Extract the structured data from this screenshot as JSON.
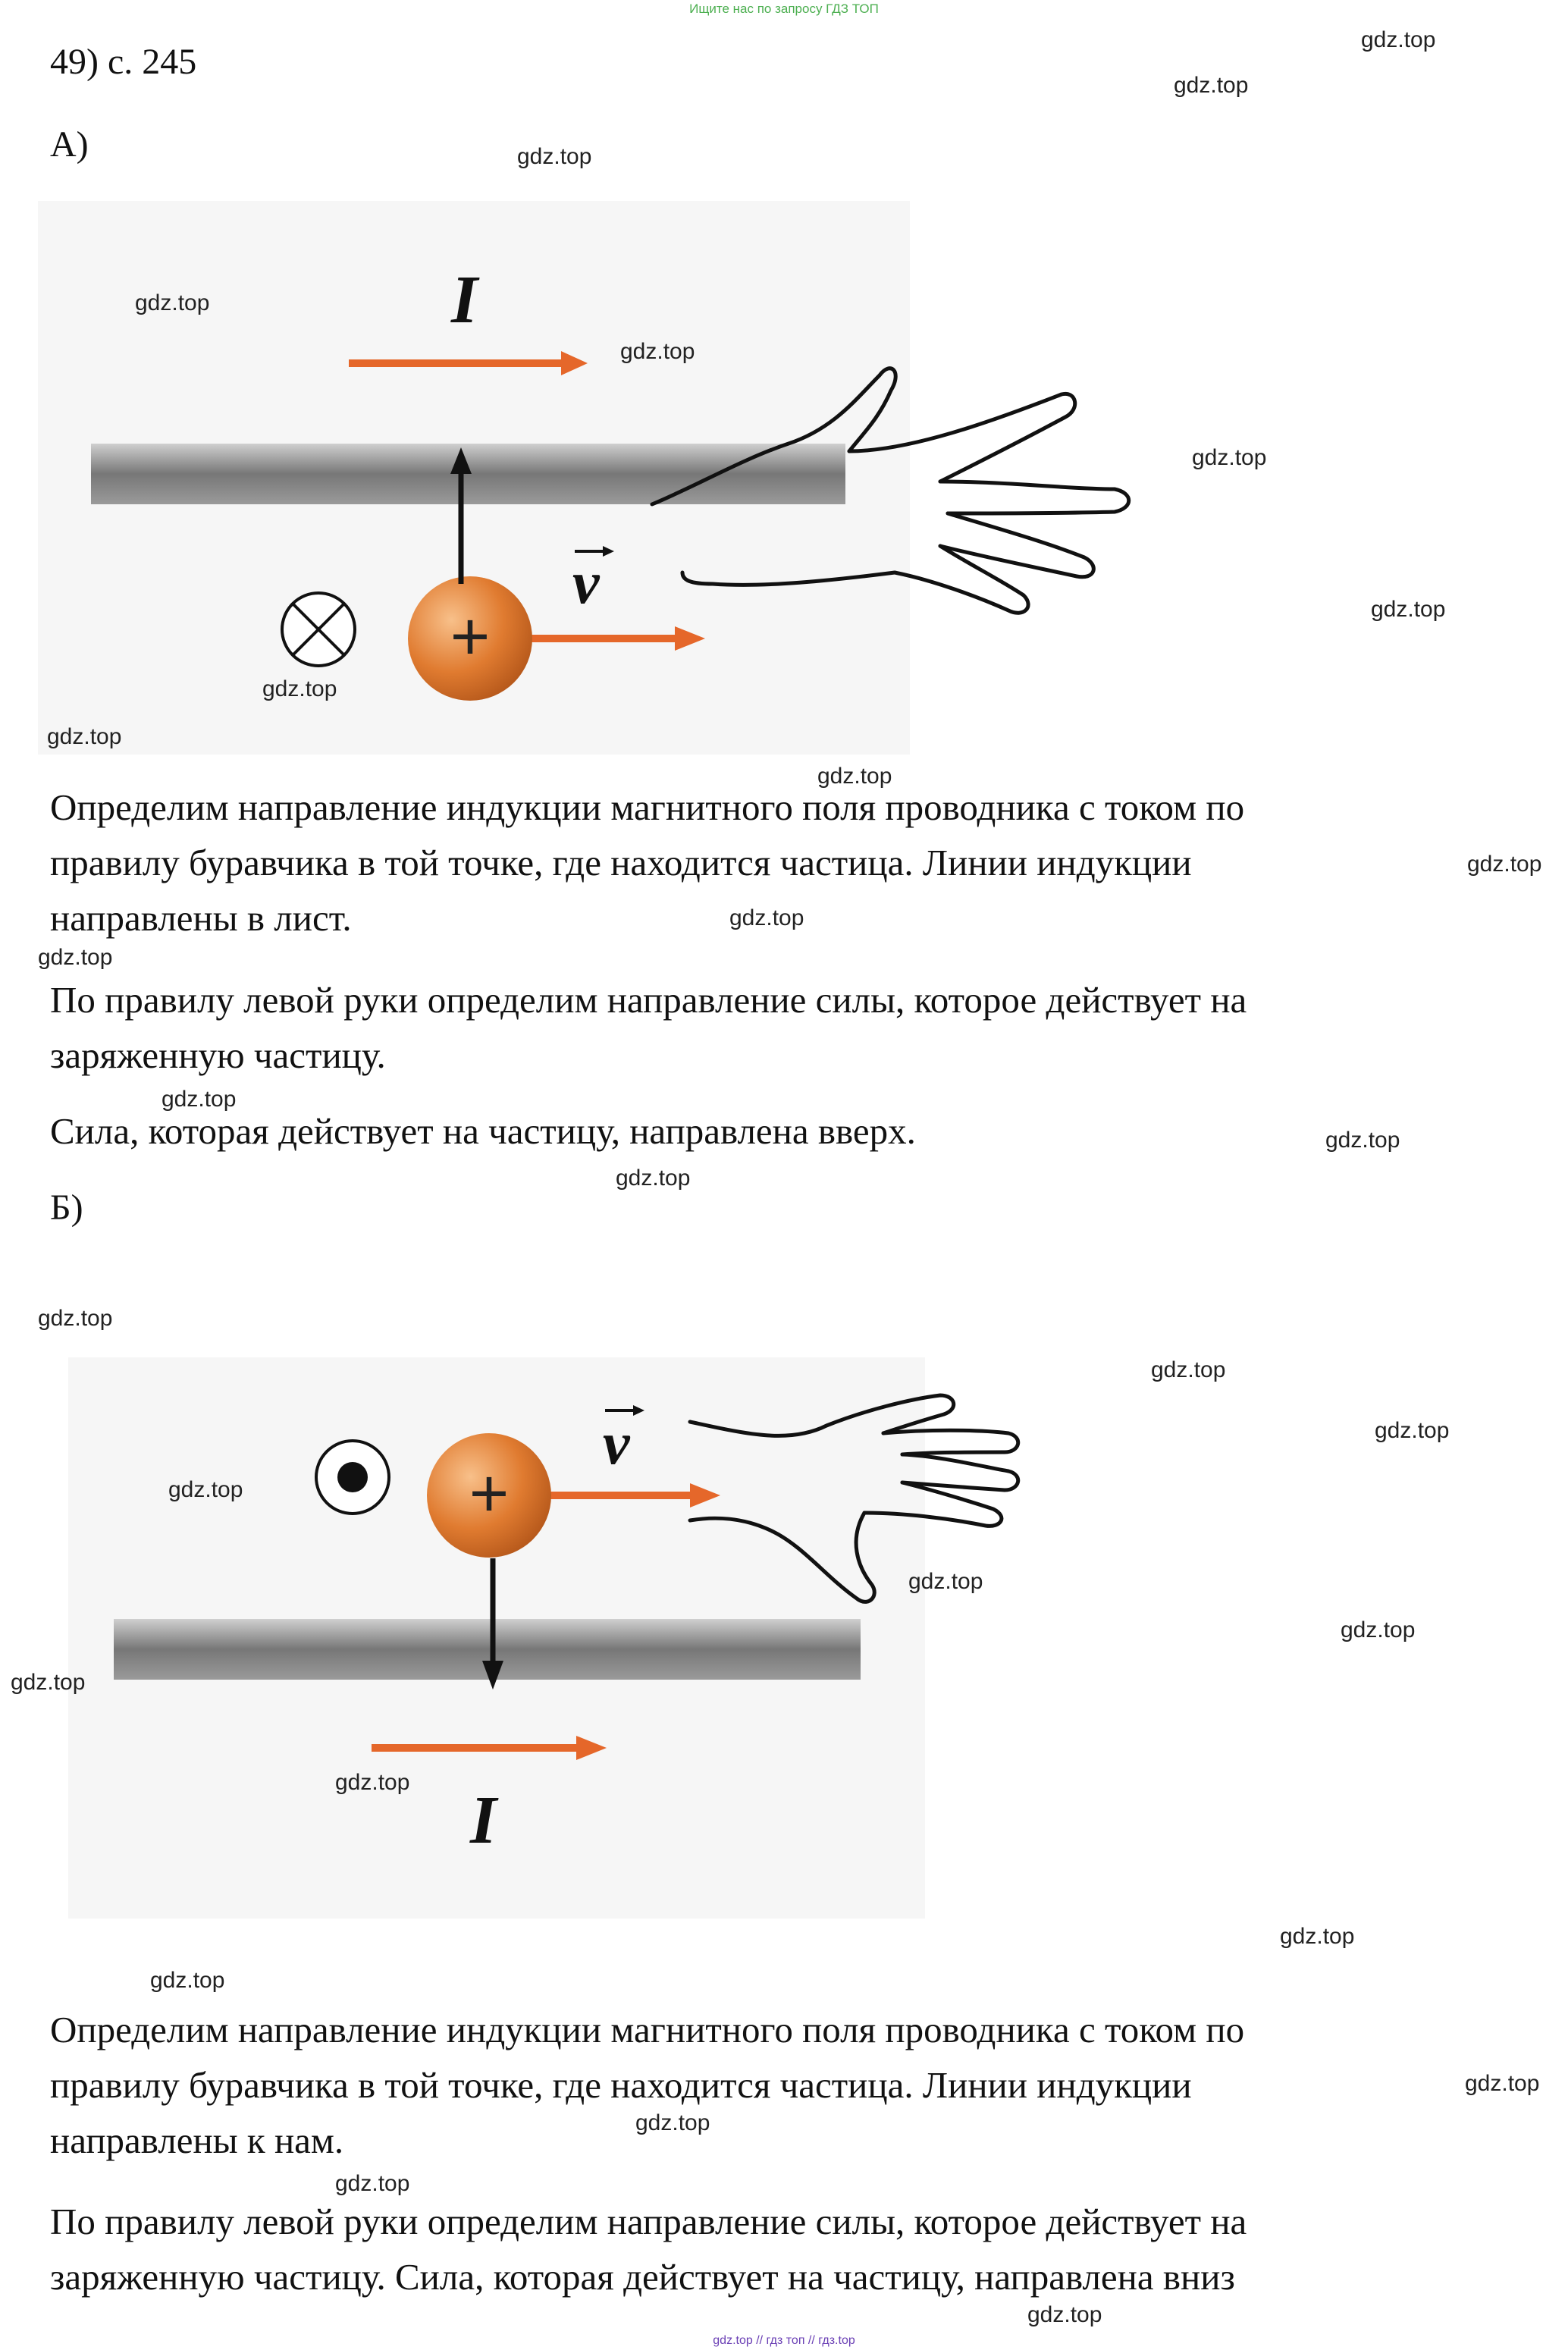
{
  "banner": "Ищите нас по запросу ГДЗ ТОП",
  "header": {
    "task": "49) с. 245"
  },
  "part_a": {
    "label": "А)",
    "figure": {
      "current_label": "I",
      "velocity_label": "v",
      "charge_sign": "+"
    },
    "paragraphs": [
      "Определим направление индукции магнитного поля проводника с током по",
      "правилу буравчика в той точке, где находится частица. Линии индукции",
      "направлены в лист.",
      "По правилу левой руки определим направление силы, которое действует на",
      "заряженную частицу.",
      "Сила, которая действует на частицу, направлена вверх."
    ]
  },
  "part_b": {
    "label": "Б)",
    "figure": {
      "current_label": "I",
      "velocity_label": "v",
      "charge_sign": "+"
    },
    "paragraphs": [
      "Определим направление индукции магнитного поля проводника с током по",
      "правилу буравчика в той точке, где находится частица. Линии индукции",
      "направлены к нам.",
      "По правилу левой руки определим направление силы, которое действует на",
      "заряженную частицу. Сила, которая действует на частицу, направлена вниз"
    ]
  },
  "watermark": "gdz.top",
  "footer": "gdz.top  //  гдз топ  //  гдз.top",
  "colors": {
    "arrow": "#e5672a",
    "sphere": "#e0803a",
    "conductor": "#8e8e8e",
    "banner": "#4caf50",
    "footer": "#6a3fb5"
  }
}
